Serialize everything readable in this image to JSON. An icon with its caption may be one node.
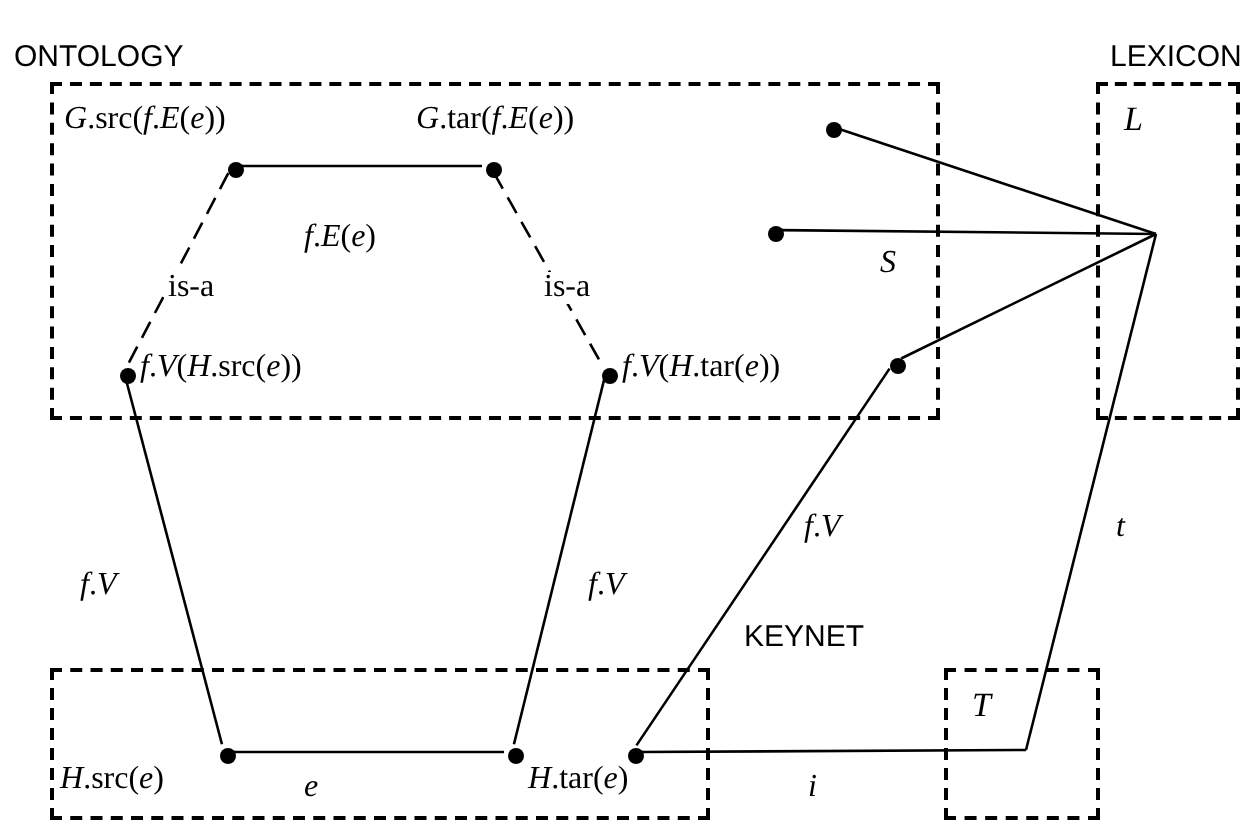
{
  "diagram": {
    "nodes": [
      {
        "text": [
          "ONTOLOGY"
        ]
      },
      {
        "text": [
          "LEXICON",
          "*L*"
        ]
      },
      {
        "text": [
          "KEYNET"
        ]
      },
      {
        "text": [
          "*T*"
        ]
      },
      {
        "text": [],
        "shape": "circle",
        "in": 0,
        "beside": [
          "*G*.src(*f*.*E*(*e*))"
        ]
      },
      {
        "text": [],
        "shape": "circle",
        "in": 0,
        "beside": [
          "*G*.tar(*f*.*E*(*e*))"
        ]
      },
      {
        "text": [],
        "shape": "circle",
        "in": 0,
        "beside": [
          "*f*.*V*(*H*.src(*e*))"
        ]
      },
      {
        "text": [],
        "shape": "circle",
        "in": 0,
        "beside": [
          "*f*.*V*(*H*.tar(*e*))"
        ]
      },
      {
        "text": [],
        "shape": "circle",
        "in": 0
      },
      {
        "text": [],
        "shape": "circle",
        "in": 0
      },
      {
        "text": [],
        "shape": "circle",
        "in": 0
      },
      {
        "text": [],
        "shape": "circle",
        "in": 2,
        "beside": [
          "*H*.src(*e*)"
        ]
      },
      {
        "text": [],
        "shape": "circle",
        "in": 2,
        "beside": [
          "*H*.tar(*e*)"
        ]
      },
      {
        "text": [],
        "shape": "circle",
        "in": 2
      }
    ],
    "edges": [
      {
        "from": 4,
        "to": 5,
        "arrow": "none",
        "label": "*f*.*E*(*e*)"
      },
      {
        "from": 4,
        "to": 6,
        "arrow": "none",
        "label": "is-a",
        "style": "dashed"
      },
      {
        "from": 5,
        "to": 7,
        "arrow": "none",
        "label": "is-a",
        "style": "dashed"
      },
      {
        "from": 6,
        "to": 11,
        "arrow": "none",
        "label": "*f*.*V*"
      },
      {
        "from": 7,
        "to": 12,
        "arrow": "none",
        "label": "*f*.*V*"
      },
      {
        "from": 11,
        "to": 12,
        "arrow": "none",
        "label": "*e*"
      },
      {
        "from": 1,
        "to": 8,
        "arrow": "none"
      },
      {
        "from": 1,
        "to": 9,
        "arrow": "none",
        "label": "*S*"
      },
      {
        "from": 1,
        "to": 10,
        "arrow": "none"
      },
      {
        "from": 10,
        "to": 13,
        "arrow": "none",
        "label": "*f*.*V*"
      },
      {
        "from": 13,
        "to": 3,
        "arrow": "none",
        "label": "*i*"
      },
      {
        "from": 3,
        "to": 1,
        "arrow": "none",
        "label": "*t*"
      }
    ]
  }
}
